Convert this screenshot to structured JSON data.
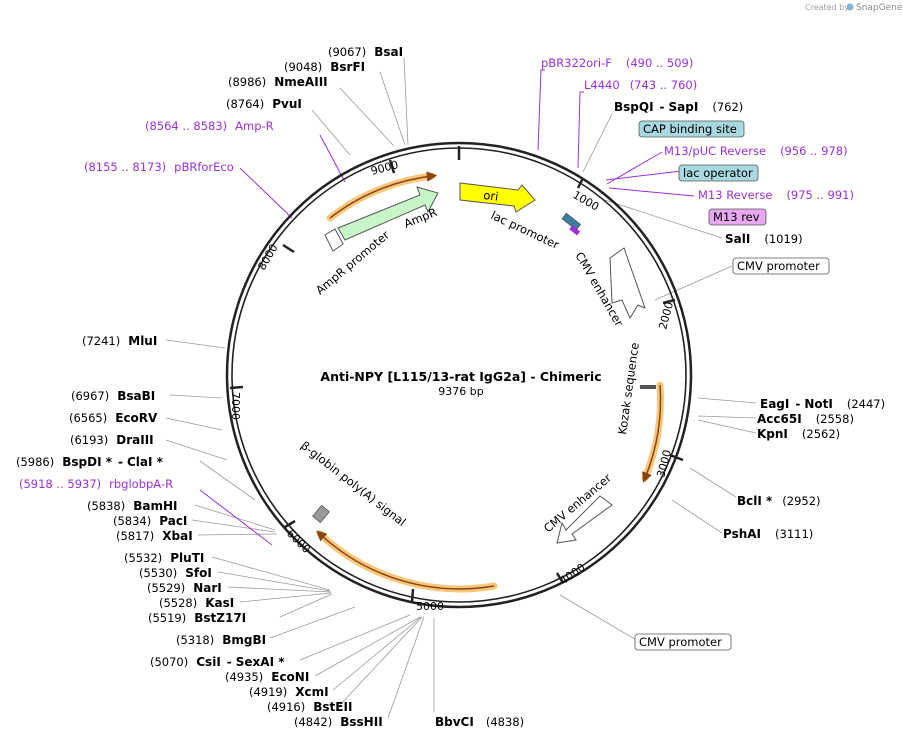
{
  "app": {
    "credit": "Created by",
    "brand": "SnapGene"
  },
  "plasmid": {
    "name": "Anti-NPY [L115/13-rat IgG2a] - Chimeric",
    "size": "9376 bp"
  },
  "ticks": [
    "1000",
    "2000",
    "3000",
    "4000",
    "5000",
    "6000",
    "7000",
    "8000",
    "9000"
  ],
  "enzymes": [
    {
      "pos": "(9067)",
      "name": "BsaI"
    },
    {
      "pos": "(9048)",
      "name": "BsrFI"
    },
    {
      "pos": "(8986)",
      "name": "NmeAIII"
    },
    {
      "pos": "(8764)",
      "name": "PvuI"
    },
    {
      "pos": "(7241)",
      "name": "MluI"
    },
    {
      "pos": "(6967)",
      "name": "BsaBI"
    },
    {
      "pos": "(6565)",
      "name": "EcoRV"
    },
    {
      "pos": "(6193)",
      "name": "DraIII"
    },
    {
      "pos": "(5986)",
      "name": "BspDI *",
      "name2": "ClaI *"
    },
    {
      "pos": "(5838)",
      "name": "BamHI"
    },
    {
      "pos": "(5834)",
      "name": "PacI"
    },
    {
      "pos": "(5817)",
      "name": "XbaI"
    },
    {
      "pos": "(5532)",
      "name": "PluTI"
    },
    {
      "pos": "(5530)",
      "name": "SfoI"
    },
    {
      "pos": "(5529)",
      "name": "NarI"
    },
    {
      "pos": "(5528)",
      "name": "KasI"
    },
    {
      "pos": "(5519)",
      "name": "BstZ17I"
    },
    {
      "pos": "(5318)",
      "name": "BmgBI"
    },
    {
      "pos": "(5070)",
      "name": "CsiI",
      "name2": "SexAI *"
    },
    {
      "pos": "(4935)",
      "name": "EcoNI"
    },
    {
      "pos": "(4919)",
      "name": "XcmI"
    },
    {
      "pos": "(4916)",
      "name": "BstEII"
    },
    {
      "pos": "(4842)",
      "name": "BssHII"
    },
    {
      "pos": "(4838)",
      "name": "BbvCI"
    },
    {
      "pos": "(762)",
      "name": "BspQI",
      "name2": "SapI"
    },
    {
      "pos": "(1019)",
      "name": "SalI"
    },
    {
      "pos": "(2447)",
      "name": "EagI",
      "name2": "NotI"
    },
    {
      "pos": "(2558)",
      "name": "Acc65I"
    },
    {
      "pos": "(2562)",
      "name": "KpnI"
    },
    {
      "pos": "(2952)",
      "name": "BclI *"
    },
    {
      "pos": "(3111)",
      "name": "PshAI"
    }
  ],
  "primers": [
    {
      "name": "pBR322ori-F",
      "range": "(490 .. 509)"
    },
    {
      "name": "L4440",
      "range": "(743 .. 760)"
    },
    {
      "name": "M13/pUC Reverse",
      "range": "(956 .. 978)"
    },
    {
      "name": "M13 Reverse",
      "range": "(975 .. 991)"
    },
    {
      "name": "Amp-R",
      "range": "(8564 .. 8583)"
    },
    {
      "name": "pBRforEco",
      "range": "(8155 .. 8173)"
    },
    {
      "name": "rbglobpA-R",
      "range": "(5918 .. 5937)"
    }
  ],
  "boxed_labels": [
    {
      "text": "CAP binding site",
      "color": "#a8d8e0"
    },
    {
      "text": "lac operator",
      "color": "#a8d8e0"
    },
    {
      "text": "M13 rev",
      "color": "#e8a8f0"
    },
    {
      "text": "CMV promoter",
      "color": "#ffffff"
    },
    {
      "text": "CMV promoter",
      "color": "#ffffff"
    }
  ],
  "features": [
    {
      "label": "ori",
      "color": "#ffff00"
    },
    {
      "label": "AmpR",
      "color": "#c8f5c8"
    },
    {
      "label": "AmpR promoter",
      "color": "#ffffff"
    },
    {
      "label": "lac promoter",
      "color": "#ffffff"
    },
    {
      "label": "CMV enhancer",
      "color": "#ffffff"
    },
    {
      "label": "Kozak sequence",
      "color": "#ffffff"
    },
    {
      "label": "CMV enhancer",
      "color": "#ffffff"
    },
    {
      "label": "β-globin poly(A) signal",
      "color": "#999999"
    }
  ],
  "colors": {
    "primer": "#9b30d9",
    "orf_highlight": "#f7c67a",
    "backbone": "#222222"
  }
}
